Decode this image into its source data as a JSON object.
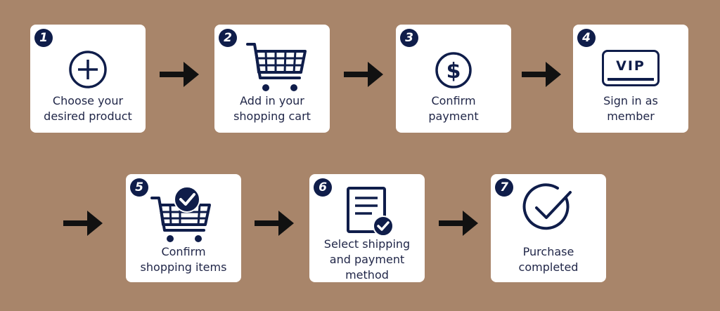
{
  "steps": [
    {
      "number": "1",
      "label": "Choose your\ndesired product",
      "icon": "plus-circle-icon"
    },
    {
      "number": "2",
      "label": "Add in your\nshopping cart",
      "icon": "shopping-cart-icon"
    },
    {
      "number": "3",
      "label": "Confirm\npayment",
      "icon": "dollar-coin-icon"
    },
    {
      "number": "4",
      "label": "Sign in as\nmember",
      "icon": "vip-card-icon",
      "icon_text": "VIP"
    },
    {
      "number": "5",
      "label": "Confirm\nshopping items",
      "icon": "cart-check-icon"
    },
    {
      "number": "6",
      "label": "Select shipping\nand payment\nmethod",
      "icon": "document-check-icon"
    },
    {
      "number": "7",
      "label": "Purchase\ncompleted",
      "icon": "check-circle-icon"
    }
  ],
  "colors": {
    "background": "#a8856a",
    "card": "#ffffff",
    "accent": "#0f1d4a",
    "text": "#1f2547",
    "arrow": "#111111"
  }
}
